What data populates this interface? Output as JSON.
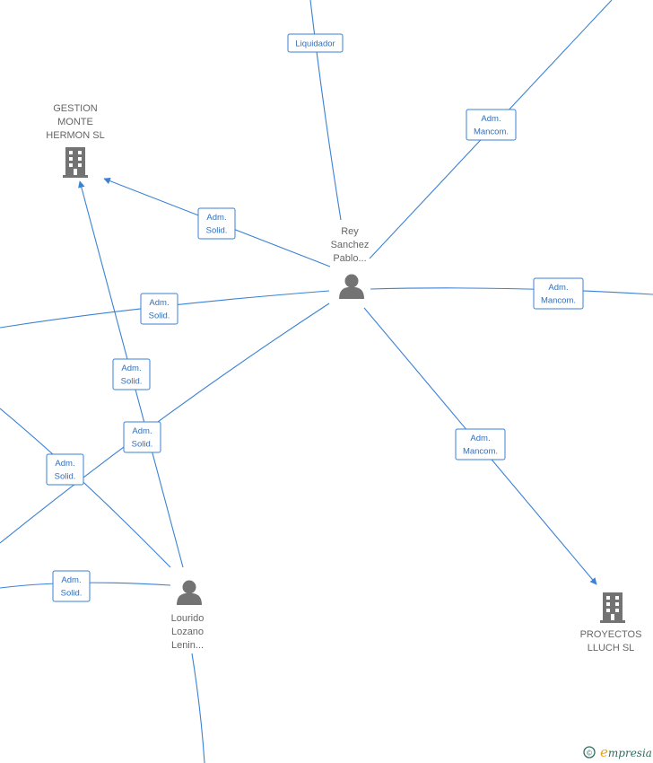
{
  "nodes": [
    {
      "id": "gestion",
      "type": "company",
      "label_lines": [
        "GESTION",
        "MONTE",
        "HERMON  SL"
      ],
      "name": "node-gestion-monte-hermon"
    },
    {
      "id": "rey",
      "type": "person",
      "label_lines": [
        "Rey",
        "Sanchez",
        "Pablo..."
      ],
      "name": "node-rey-sanchez-pablo"
    },
    {
      "id": "lourido",
      "type": "person",
      "label_lines": [
        "Lourido",
        "Lozano",
        "Lenin..."
      ],
      "name": "node-lourido-lozano-lenin"
    },
    {
      "id": "proyectos",
      "type": "company",
      "label_lines": [
        "PROYECTOS",
        "LLUCH SL"
      ],
      "name": "node-proyectos-lluch"
    }
  ],
  "edges": [
    {
      "id": "e1",
      "label_lines": [
        "Liquidador"
      ]
    },
    {
      "id": "e2",
      "label_lines": [
        "Adm.",
        "Mancom."
      ]
    },
    {
      "id": "e3",
      "label_lines": [
        "Adm.",
        "Solid."
      ]
    },
    {
      "id": "e4",
      "label_lines": [
        "Adm.",
        "Mancom."
      ]
    },
    {
      "id": "e5",
      "label_lines": [
        "Adm.",
        "Solid."
      ]
    },
    {
      "id": "e6",
      "label_lines": [
        "Adm.",
        "Solid."
      ]
    },
    {
      "id": "e7",
      "label_lines": [
        "Adm.",
        "Mancom."
      ]
    },
    {
      "id": "e8",
      "label_lines": [
        "Adm.",
        "Solid."
      ]
    },
    {
      "id": "e9",
      "label_lines": [
        "Adm.",
        "Solid."
      ]
    },
    {
      "id": "e10",
      "label_lines": [
        "Adm.",
        "Solid."
      ]
    }
  ],
  "watermark": {
    "copyright": "©",
    "brand_initial": "e",
    "brand_rest": "mpresia"
  },
  "colors": {
    "edge": "#3b82d4",
    "label_text": "#2f6fbd",
    "node_icon": "#737373",
    "node_text": "#666666"
  }
}
